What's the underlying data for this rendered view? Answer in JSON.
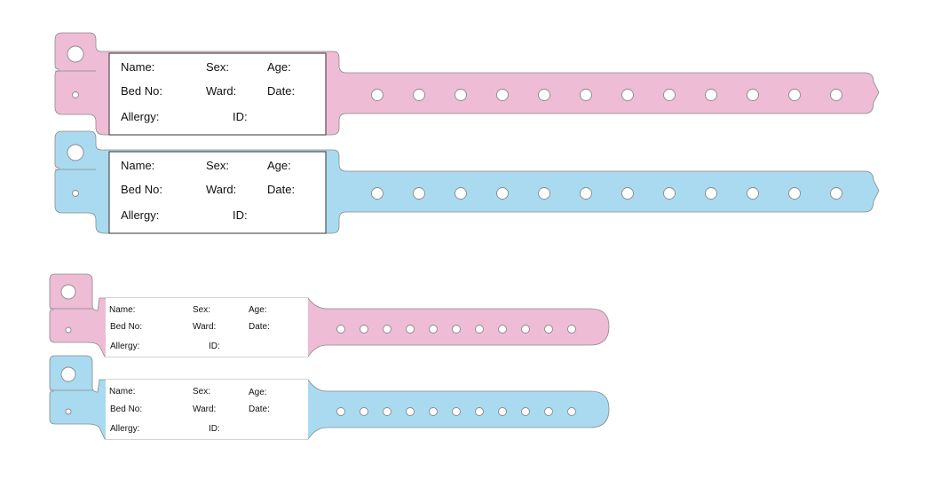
{
  "colors": {
    "pink": "#eebcd5",
    "blue": "#a9daf0",
    "outline": "#8a8a8a",
    "label_border": "#333333",
    "hole_fill": "#ffffff"
  },
  "labels": {
    "name": "Name:",
    "sex": "Sex:",
    "age": "Age:",
    "bed_no": "Bed No:",
    "ward": "Ward:",
    "date": "Date:",
    "allergy": "Allergy:",
    "id": "ID:"
  },
  "bands": [
    {
      "size": "large",
      "color": "pink",
      "holes": 12
    },
    {
      "size": "large",
      "color": "blue",
      "holes": 12
    },
    {
      "size": "small",
      "color": "pink",
      "holes": 11
    },
    {
      "size": "small",
      "color": "blue",
      "holes": 11
    }
  ]
}
